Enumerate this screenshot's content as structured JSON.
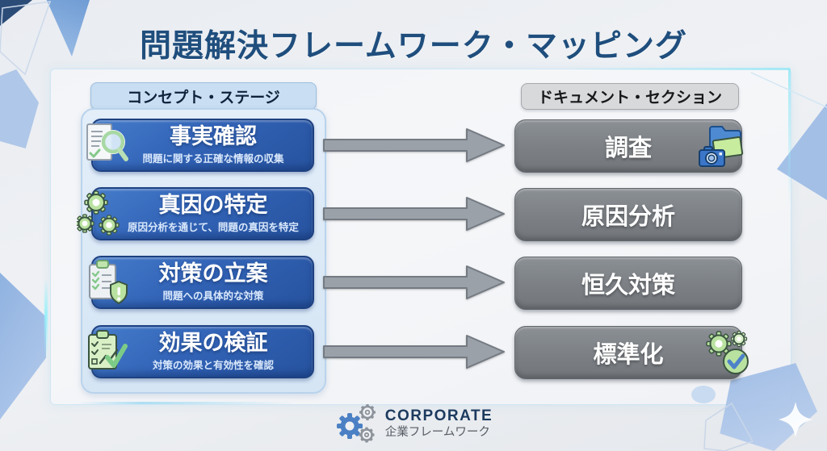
{
  "title": "問題解決フレームワーク・マッピング",
  "columns": {
    "left_header": "コンセプト・ステージ",
    "right_header": "ドキュメント・セクション"
  },
  "stages": [
    {
      "title": "事実確認",
      "subtitle": "問題に関する正確な情報の収集",
      "icon": "document-search-icon"
    },
    {
      "title": "真因の特定",
      "subtitle": "原因分析を通じて、問題の真因を特定",
      "icon": "gears-icon"
    },
    {
      "title": "対策の立案",
      "subtitle": "問題への具体的な対策",
      "icon": "clipboard-shield-icon"
    },
    {
      "title": "効果の検証",
      "subtitle": "対策の効果と有効性を確認",
      "icon": "clipboard-chart-check-icon"
    }
  ],
  "sections": [
    {
      "label": "調査",
      "icon": "folder-camera-icon"
    },
    {
      "label": "原因分析",
      "icon": ""
    },
    {
      "label": "恒久対策",
      "icon": ""
    },
    {
      "label": "標準化",
      "icon": "gear-check-icon"
    }
  ],
  "footer": {
    "brand": "CORPORATE",
    "tagline": "企業フレームワーク"
  },
  "colors": {
    "stage_box_blue": "#2e5fb0",
    "section_box_gray": "#7c8085",
    "title_blue": "#1f4e7d",
    "accent_green": "#b9e2a0",
    "panel_blue": "#d9e7f6"
  }
}
